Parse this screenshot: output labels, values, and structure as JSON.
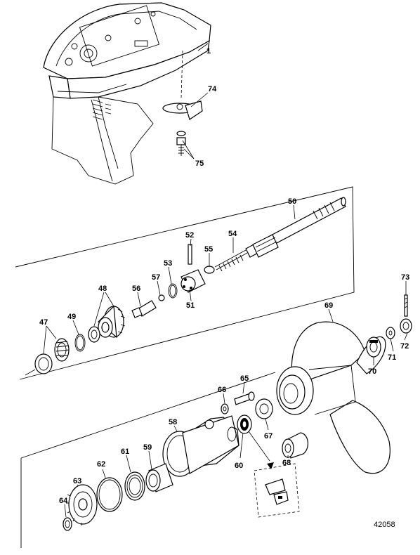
{
  "figure_number": "42058",
  "callouts": {
    "c1": "1",
    "c74": "74",
    "c75": "75",
    "c50": "50",
    "c52": "52",
    "c54": "54",
    "c55": "55",
    "c53": "53",
    "c57": "57",
    "c48": "48",
    "c56": "56",
    "c51": "51",
    "c47": "47",
    "c49": "49",
    "c73": "73",
    "c69": "69",
    "c72": "72",
    "c71": "71",
    "c70": "70",
    "c66": "66",
    "c65": "65",
    "c67": "67",
    "c58": "58",
    "c60": "60",
    "c68": "68",
    "c62": "62",
    "c61": "61",
    "c59": "59",
    "c63": "63",
    "c64": "64"
  }
}
